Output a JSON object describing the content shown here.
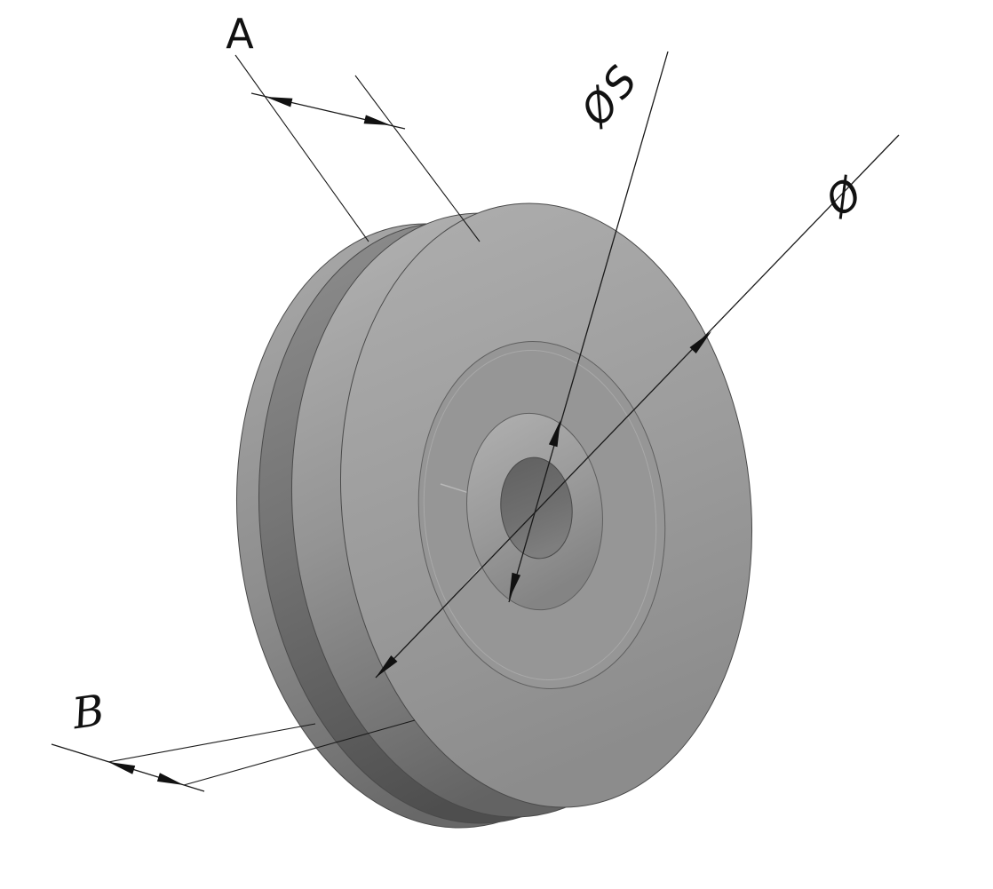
{
  "page": {
    "background": "#ffffff",
    "kind": "isometric shaded CAD view of a grooved pulley wheel with dimension callouts"
  },
  "drawing": {
    "part": "grooved-pulley-wheel",
    "colors": {
      "body_light": "#b2b2b2",
      "body_mid": "#9c9c9c",
      "body_dark": "#5c5c5c",
      "groove_shadow": "#6b6b6b",
      "bore": "#6f6f6f",
      "edge_line": "#4a4a4a",
      "dimension_line": "#1a1a1a",
      "label_text": "#111111"
    },
    "dimensions": {
      "groove_width": {
        "label": "A"
      },
      "overall_width": {
        "label": "B"
      },
      "outer_diameter": {
        "label": "Ø"
      },
      "hub_diameter": {
        "label": "ØS"
      }
    }
  }
}
